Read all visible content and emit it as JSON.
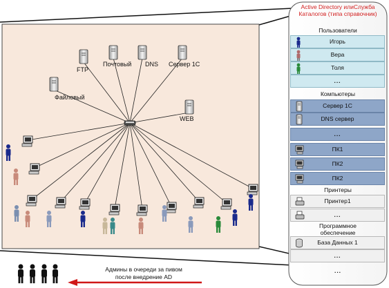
{
  "ad_panel": {
    "title_line1": "Active Directory илиСлужба",
    "title_line2": "Каталогов (типа справочник)",
    "users": {
      "header": "Пользователи",
      "items": [
        {
          "label": "Игорь",
          "color": "#1a2a8c"
        },
        {
          "label": "Вера",
          "color": "#b06a6a"
        },
        {
          "label": "Толя",
          "color": "#2a8a3a"
        }
      ],
      "more": "..."
    },
    "computers": {
      "header": "Компьютеры",
      "servers": [
        "Сервер 1С",
        "DNS сервер"
      ],
      "more_servers": "...",
      "pcs": [
        "ПК1",
        "ПК2",
        "ПК2"
      ]
    },
    "printers": {
      "header": "Принтеры",
      "items": [
        "Принтер1"
      ],
      "more": "..."
    },
    "software": {
      "header_line1": "Программное",
      "header_line2": "обеспечение",
      "items": [
        "База Данных 1"
      ],
      "more": "..."
    },
    "bottom_more": "..."
  },
  "network": {
    "servers": [
      "Файловый",
      "FTP",
      "Почтовый",
      "DNS",
      "Сервер 1С",
      "WEB"
    ]
  },
  "queue_note": {
    "line1": "Админы в очереди за пивом",
    "line2": "после внедрение AD"
  },
  "colors": {
    "network_area": "#f8e8dc",
    "users_rows": "#cfe9f0",
    "computer_rows": "#8ea6c8",
    "arrow": "#d01818",
    "ad_title": "#d21f1f"
  }
}
